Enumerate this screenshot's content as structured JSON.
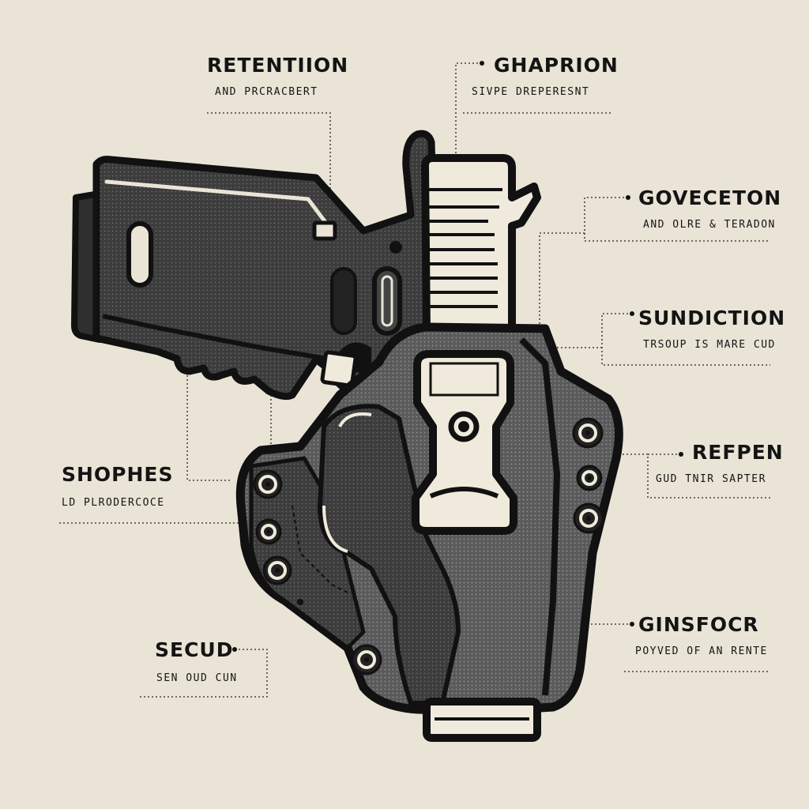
{
  "callouts": [
    {
      "id": "retention",
      "title": "RETENTIION",
      "subtitle": "AND PRCRACBERT"
    },
    {
      "id": "ghaprion",
      "title": "GHAPRION",
      "subtitle": "SIVPE DREPERESNT"
    },
    {
      "id": "goveceton",
      "title": "GOVECETON",
      "subtitle": "AND OLRE & TERADON"
    },
    {
      "id": "sundiction",
      "title": "SUNDICTION",
      "subtitle": "TRSOUP IS MARE CUD"
    },
    {
      "id": "shophes",
      "title": "SHOPHES",
      "subtitle": "LD PLRODERCOCE"
    },
    {
      "id": "refpen",
      "title": "REFPEN",
      "subtitle": "GUD TNIR SAPTER"
    },
    {
      "id": "gisfocr",
      "title": "GINSFOCR",
      "subtitle": "POYVED OF AN RENTE"
    },
    {
      "id": "secud",
      "title": "SECUD",
      "subtitle": "SEN OUD CUN"
    }
  ],
  "colors": {
    "background": "#e9e4d6",
    "outline": "#111111",
    "gun_body": "#3a3a3a",
    "holster": "#555555",
    "highlight": "#efeadb"
  }
}
